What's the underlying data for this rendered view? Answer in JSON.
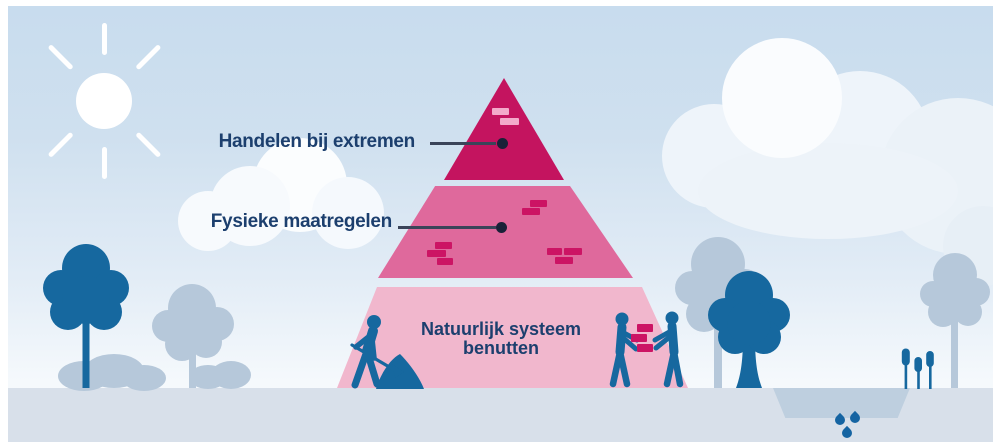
{
  "diagram": {
    "type": "pyramid",
    "description": "Three-level adaptation pyramid illustration with landscape scenery",
    "levels": [
      {
        "id": "top",
        "label": "Handelen bij extremen",
        "color": "#C4145F"
      },
      {
        "id": "middle",
        "label": "Fysieke maatregelen",
        "color": "#DF699C"
      },
      {
        "id": "bottom",
        "label_line1": "Natuurlijk systeem",
        "label_line2": "benutten",
        "color": "#F1B7CD"
      }
    ]
  },
  "scene_elements": [
    "sun",
    "clouds",
    "trees",
    "bushes",
    "person-digging",
    "people-carrying-bricks",
    "bricks",
    "water-basin",
    "water-drops",
    "reeds"
  ],
  "colors": {
    "sky-top": "#C8DCEE",
    "sky-bottom": "#F8FBFD",
    "ground": "#D8E0EA",
    "figure": "#16689F",
    "foliage-light": "#B6C8DA",
    "tier-top": "#C4145F",
    "tier-mid": "#DF699C",
    "tier-bottom": "#F1B7CD",
    "brick-dark": "#CC1464",
    "brick-light": "#F3AACA",
    "label-navy": "#1C3F6E",
    "leader": "#3A4459",
    "dot": "#1A2138",
    "cloud": "#F2F7FB",
    "cloud-bright": "#FBFDFE",
    "cloud-shade": "#EBF2F8",
    "basin": "#BECFDF",
    "drop": "#1564A2"
  }
}
